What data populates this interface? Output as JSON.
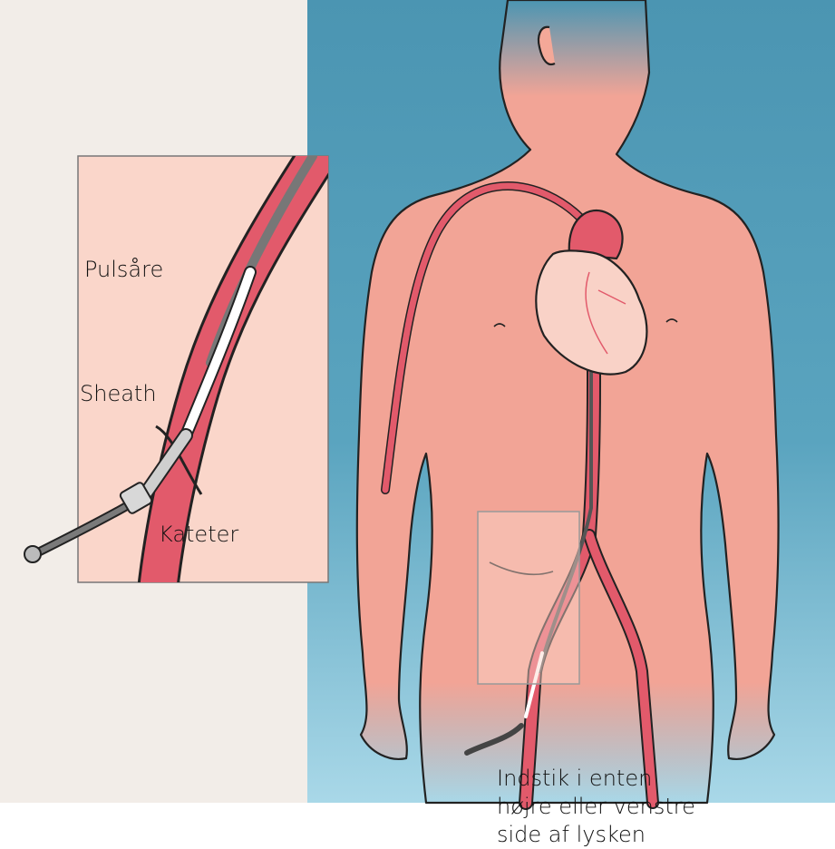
{
  "labels": {
    "artery": "Pulsåre",
    "sheath": "Sheath",
    "catheter": "Kateter"
  },
  "caption": {
    "line1": "Indstik i enten",
    "line2": "højre eller venstre",
    "line3": "side af lysken"
  },
  "colors": {
    "left_background": "#f2ede8",
    "right_background_top": "#4f9bb7",
    "right_background_bottom": "#a7d6e6",
    "skin": "#f3a395",
    "inset_fill": "#fad6ca",
    "artery_red": "#e25a6b",
    "outline": "#222222"
  }
}
